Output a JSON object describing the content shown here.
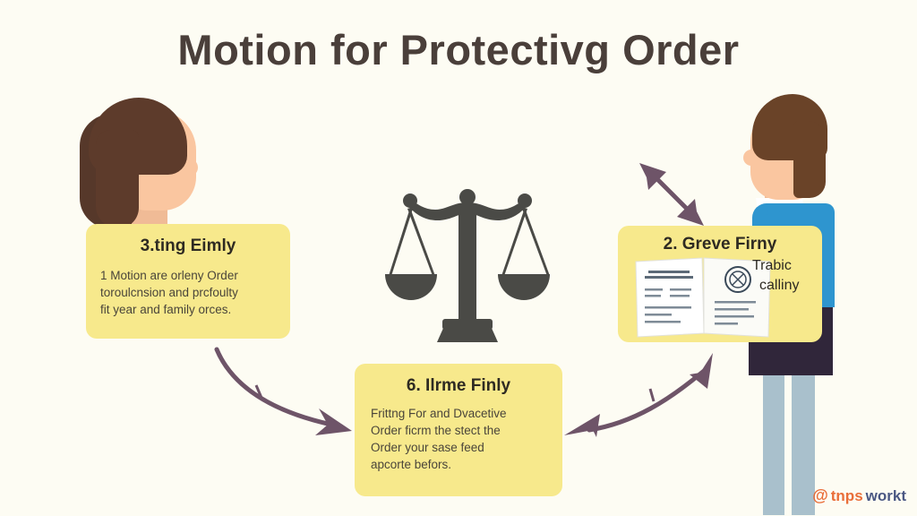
{
  "page": {
    "title": "Motion for Protectivg Order",
    "background_color": "#fdfcf3",
    "box_color": "#f7e98c",
    "arrow_color": "#6e5468",
    "accent_blue": "#2e95cf",
    "title_color": "#4a3f3a"
  },
  "boxes": {
    "left": {
      "heading": "3.ting Eimly",
      "body_lines": [
        "1 Motion are orleny Order",
        "toroulcnsion and prcfoulty",
        "fit year and family orces."
      ]
    },
    "right": {
      "heading": "2. Greve Firny",
      "side_note_lines": [
        "Trabic",
        "calliny"
      ]
    },
    "bottom": {
      "heading": "6. Ilrme Finly",
      "body_lines": [
        "Frittng For and Dvacetive",
        "Order ficrm the stect the",
        "Order your sase feed",
        "apcorte befors."
      ]
    }
  },
  "figures": {
    "left_person": "woman-figure",
    "right_person": "man-figure",
    "center_icon": "scales-of-justice-icon"
  },
  "arrows": {
    "left_down": "arrow-curved-down-right",
    "right_double": "arrow-double-headed-up-right",
    "top_right": "arrow-double-headed-diagonal"
  },
  "watermark": {
    "at_symbol": "@",
    "part_a": "tnps",
    "part_b": "workt"
  }
}
